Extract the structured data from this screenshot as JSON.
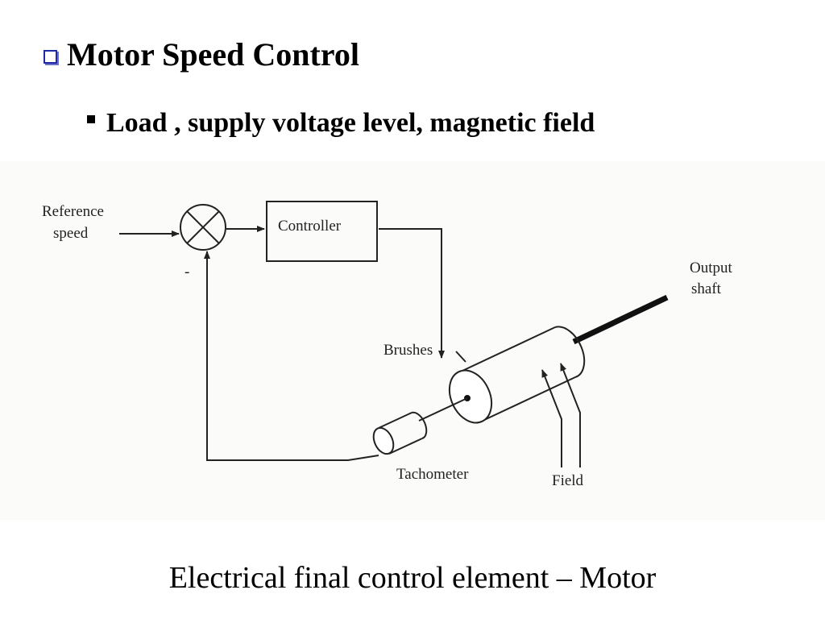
{
  "slide": {
    "title": "Motor Speed Control",
    "subtitle": "Load , supply voltage level, magnetic field",
    "caption": "Electrical final control element – Motor"
  },
  "icons": {
    "title_bullet": "hollow-square-icon",
    "subtitle_bullet": "filled-square-icon"
  },
  "colors": {
    "title_bullet": "#1f2aa6",
    "text": "#000000",
    "background": "#ffffff"
  },
  "diagram": {
    "labels": {
      "reference_line1": "Reference",
      "reference_line2": "speed",
      "controller": "Controller",
      "minus_sign": "-",
      "output_line1": "Output",
      "output_line2": "shaft",
      "brushes": "Brushes",
      "tachometer": "Tachometer",
      "field": "Field"
    }
  }
}
